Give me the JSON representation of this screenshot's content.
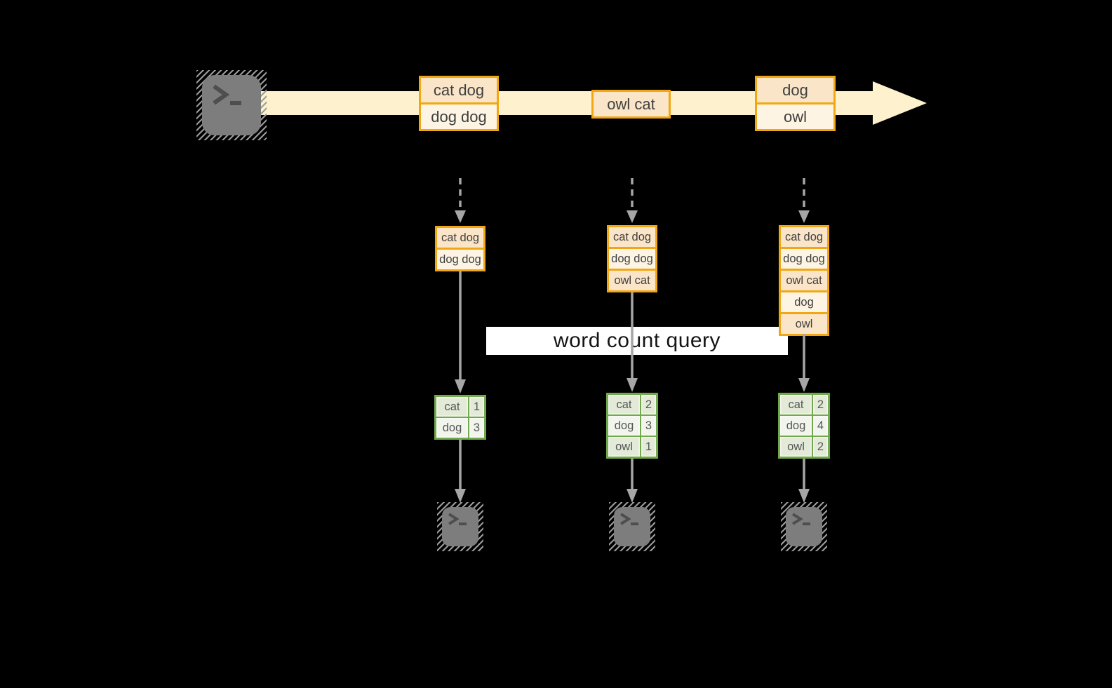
{
  "query_label": "word count query",
  "stream": {
    "source_icon": "terminal-icon",
    "direction": "left-to-right",
    "batches": [
      {
        "lines": [
          "cat dog",
          "dog dog"
        ]
      },
      {
        "lines": [
          "owl cat"
        ]
      },
      {
        "lines": [
          "dog",
          "owl"
        ]
      }
    ]
  },
  "columns": [
    {
      "input_rows": [
        "cat dog",
        "dog dog"
      ],
      "result_rows": [
        [
          "cat",
          "1"
        ],
        [
          "dog",
          "3"
        ]
      ],
      "sink_icon": "terminal-icon"
    },
    {
      "input_rows": [
        "cat dog",
        "dog dog",
        "owl cat"
      ],
      "result_rows": [
        [
          "cat",
          "2"
        ],
        [
          "dog",
          "3"
        ],
        [
          "owl",
          "1"
        ]
      ],
      "sink_icon": "terminal-icon"
    },
    {
      "input_rows": [
        "cat dog",
        "dog dog",
        "owl cat",
        "dog",
        "owl"
      ],
      "result_rows": [
        [
          "cat",
          "2"
        ],
        [
          "dog",
          "4"
        ],
        [
          "owl",
          "2"
        ]
      ],
      "sink_icon": "terminal-icon"
    }
  ],
  "colors": {
    "background": "#000000",
    "stream_fill": "#fdf2cd",
    "record_border": "#f1a713",
    "record_fill_dark": "#fbe5c8",
    "record_fill_light": "#fdf4e4",
    "result_border": "#72a94c",
    "result_fill_dark": "#e3ebd8",
    "result_fill_light": "#f1f5ec",
    "arrow_gray": "#a6a6a6",
    "terminal_gray": "#7d7d7d",
    "query_band_bg": "#ffffff"
  }
}
